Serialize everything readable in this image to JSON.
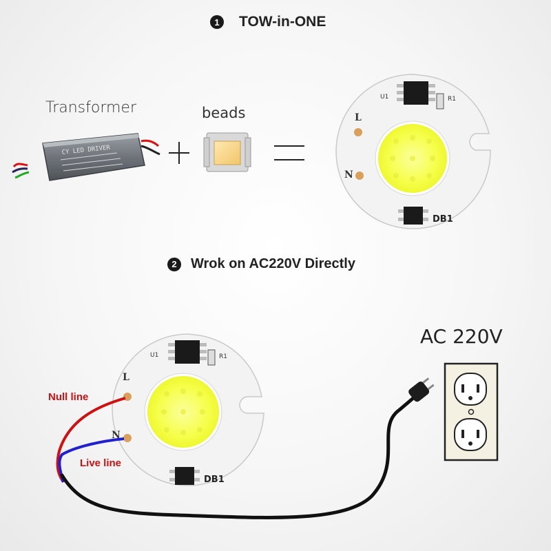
{
  "section1": {
    "number": "1",
    "title": "TOW-in-ONE"
  },
  "section2": {
    "number": "2",
    "title": "Wrok on AC220V Directly"
  },
  "parts": {
    "transformer_label": "Transformer",
    "beads_label": "beads",
    "driver_text": "CY LED DRIVER"
  },
  "board": {
    "u1": "U1",
    "r1": "R1",
    "l": "L",
    "n": "N",
    "db1": "DB1"
  },
  "wiring": {
    "null_line": "Null line",
    "live_line": "Live line",
    "null_color": "#d01010",
    "live_color": "#2020d0",
    "cable_color": "#111111"
  },
  "power": {
    "label": "AC 220V"
  },
  "icons": [
    "led-cob-board",
    "led-driver-icon",
    "led-bead-icon",
    "power-plug-icon",
    "wall-outlet-icon"
  ]
}
